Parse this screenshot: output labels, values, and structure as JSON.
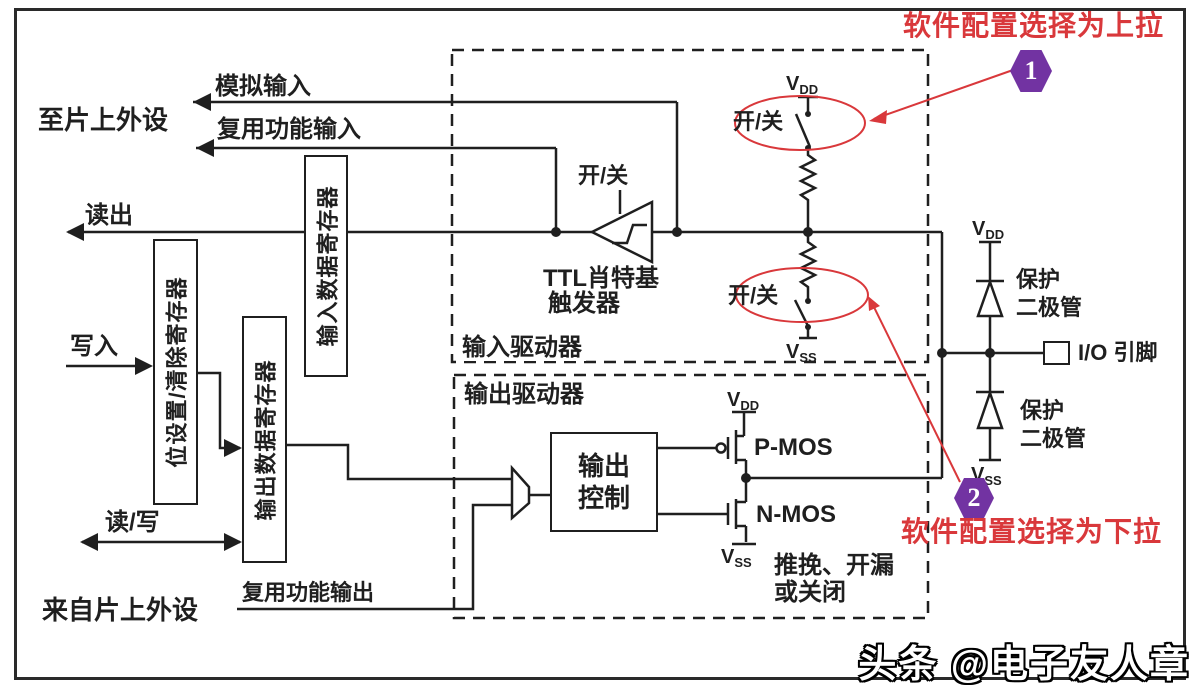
{
  "diagram": {
    "left": {
      "to_peripherals": "至片上外设",
      "from_peripherals": "来自片上外设",
      "analog_input": "模拟输入",
      "alt_func_input": "复用功能输入",
      "alt_func_output": "复用功能输出",
      "read": "读出",
      "write": "写入",
      "read_write": "读/写"
    },
    "registers": {
      "bit_set_clear": "位设置/清除寄存器",
      "output_data": "输出数据寄存器",
      "input_data": "输入数据寄存器"
    },
    "input_driver": {
      "label": "输入驱动器",
      "on_off": "开/关",
      "schmitt_line1": "TTL肖特基",
      "schmitt_line2": "触发器"
    },
    "output_driver": {
      "label": "输出驱动器",
      "control_line1": "输出",
      "control_line2": "控制",
      "pmos": "P-MOS",
      "nmos": "N-MOS",
      "mode_line1": "推挽、开漏",
      "mode_line2": "或关闭"
    },
    "power": {
      "vdd_base": "V",
      "vdd_sub": "DD",
      "vss_base": "V",
      "vss_sub": "SS"
    },
    "right": {
      "protect_line1": "保护",
      "protect_line2": "二极管",
      "io_pin": "I/O 引脚"
    },
    "annotations": {
      "pullup_text": "软件配置选择为上拉",
      "pullup_badge": "1",
      "pulldown_text": "软件配置选择为下拉",
      "pulldown_badge": "2"
    },
    "watermark": "头条 @电子友人章",
    "colors": {
      "red": "#d9383b",
      "purple": "#7233a2",
      "line": "#1f1f1f"
    }
  }
}
